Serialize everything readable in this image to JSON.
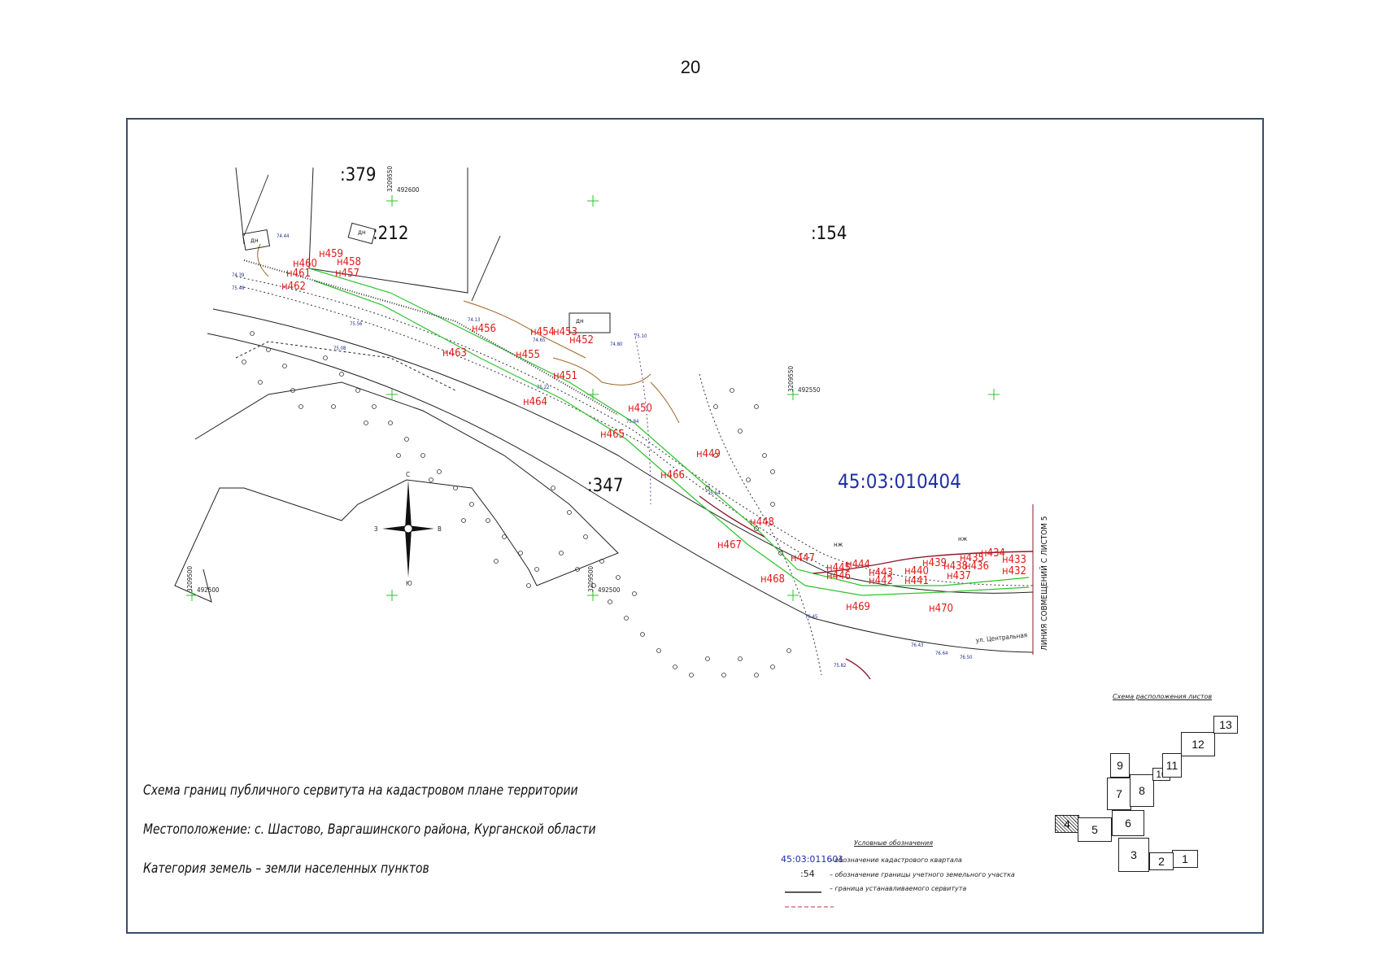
{
  "page_number": "20",
  "map": {
    "quarter_label": "45:03:010404",
    "parcels": [
      {
        "id": ":379"
      },
      {
        "id": ":212"
      },
      {
        "id": ":154"
      },
      {
        "id": ":347"
      }
    ],
    "building_marks": [
      "дн",
      "дн",
      "дн",
      "нж",
      "нж"
    ],
    "points": [
      "н459",
      "н458",
      "н460",
      "н461",
      "н457",
      "н462",
      "н456",
      "н454",
      "н453",
      "н452",
      "н463",
      "н455",
      "н451",
      "н464",
      "н450",
      "н465",
      "н449",
      "н466",
      "н448",
      "н467",
      "н447",
      "н468",
      "н445",
      "н444",
      "н446",
      "н443",
      "н442",
      "н439",
      "н438",
      "н436",
      "н435",
      "н434",
      "н433",
      "н440",
      "н441",
      "н437",
      "н432",
      "н469",
      "н470"
    ],
    "street_label": "ул. Центральная",
    "junction_line_label": "ЛИНИЯ СОВМЕЩЕНИЙ С ЛИСТОМ 5",
    "compass": {
      "n": "С",
      "s": "Ю",
      "w": "З",
      "e": "В"
    },
    "grid_labels": [
      "492600",
      "492550",
      "492500",
      "492500"
    ],
    "grid_labels_vertical": [
      "3209550",
      "3209550",
      "3209500",
      "3209500"
    ]
  },
  "title_block": {
    "title": "Схема границ публичного сервитута на кадастровом плане территории",
    "location": "Местоположение:  с. Шастово, Варгашинского района, Курганской области",
    "category": "Категория земель – земли населенных пунктов"
  },
  "legend": {
    "title": "Условные обозначения",
    "items": [
      {
        "sample": "45:03:011601",
        "text": "– обозначение кадастрового квартала"
      },
      {
        "sample": ":54",
        "text": "– обозначение границы учетного земельного участка"
      },
      {
        "sample": "",
        "text": "– граница устанавливаемого сервитута"
      }
    ]
  },
  "sheet_layout": {
    "title": "Схема расположения листов",
    "sheets": [
      "1",
      "2",
      "3",
      "4",
      "5",
      "6",
      "7",
      "8",
      "9",
      "10",
      "11",
      "12",
      "13"
    ],
    "highlighted": "4"
  },
  "colors": {
    "frame": "#3a4a66",
    "points": "#e01818",
    "quarter": "#1f2fa8",
    "servitude": "#2ec22e",
    "contour": "#a0662a"
  }
}
